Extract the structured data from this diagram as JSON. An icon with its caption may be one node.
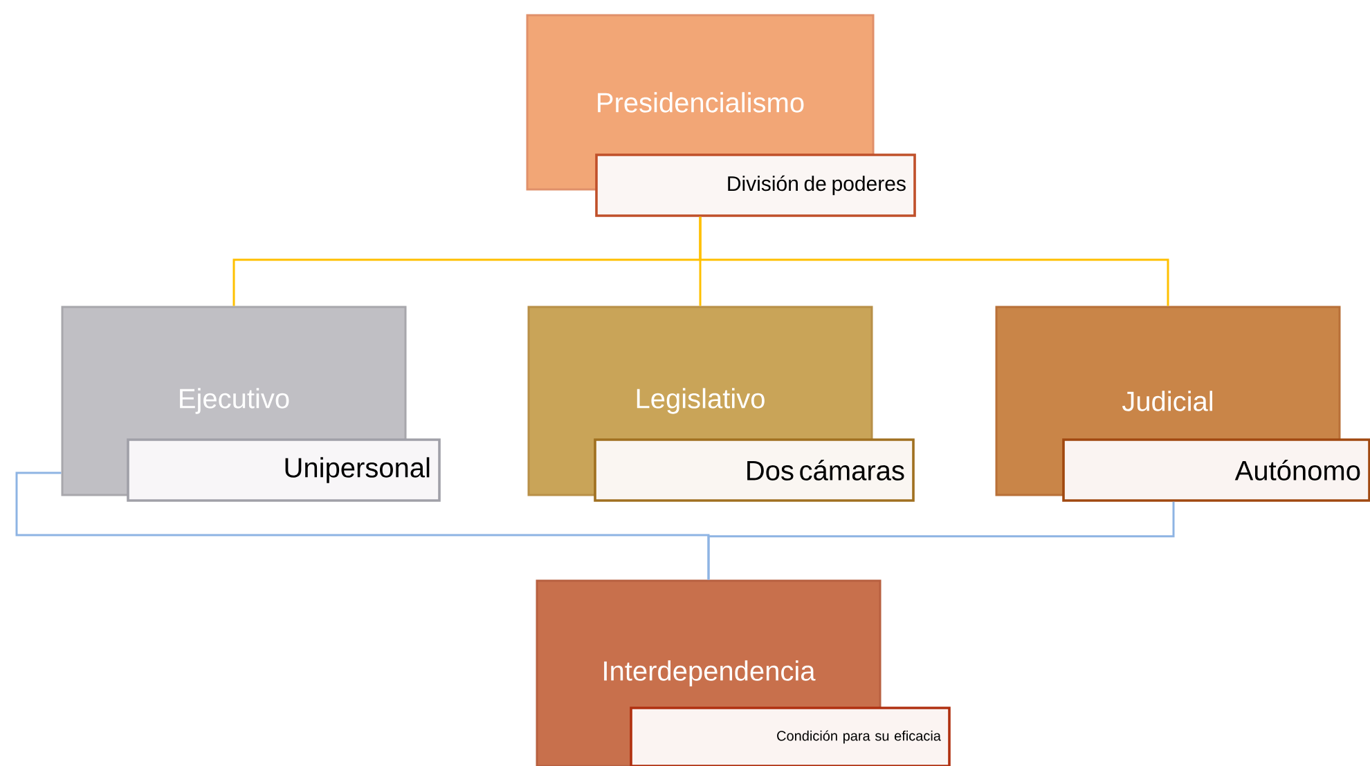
{
  "diagram": {
    "nodes": [
      {
        "text": [
          "Presidencialismo"
        ]
      },
      {
        "text": [
          "División de poderes"
        ]
      },
      {
        "text": [
          "Ejecutivo"
        ]
      },
      {
        "text": [
          "Unipersonal"
        ]
      },
      {
        "text": [
          "Legislativo"
        ]
      },
      {
        "text": [
          "Dos cámaras"
        ]
      },
      {
        "text": [
          "Judicial"
        ]
      },
      {
        "text": [
          "Autónomo"
        ]
      },
      {
        "text": [
          "Interdependencia"
        ]
      },
      {
        "text": [
          "Condición para su eficacia"
        ]
      }
    ],
    "edges": [
      {
        "from": 1,
        "to": 2,
        "arrow": "none"
      },
      {
        "from": 1,
        "to": 4,
        "arrow": "none"
      },
      {
        "from": 1,
        "to": 6,
        "arrow": "none"
      },
      {
        "from": 2,
        "to": 8,
        "arrow": "none",
        "color": "#8eb4e3"
      },
      {
        "from": 7,
        "to": 8,
        "arrow": "none",
        "color": "#8eb4e3"
      }
    ]
  }
}
